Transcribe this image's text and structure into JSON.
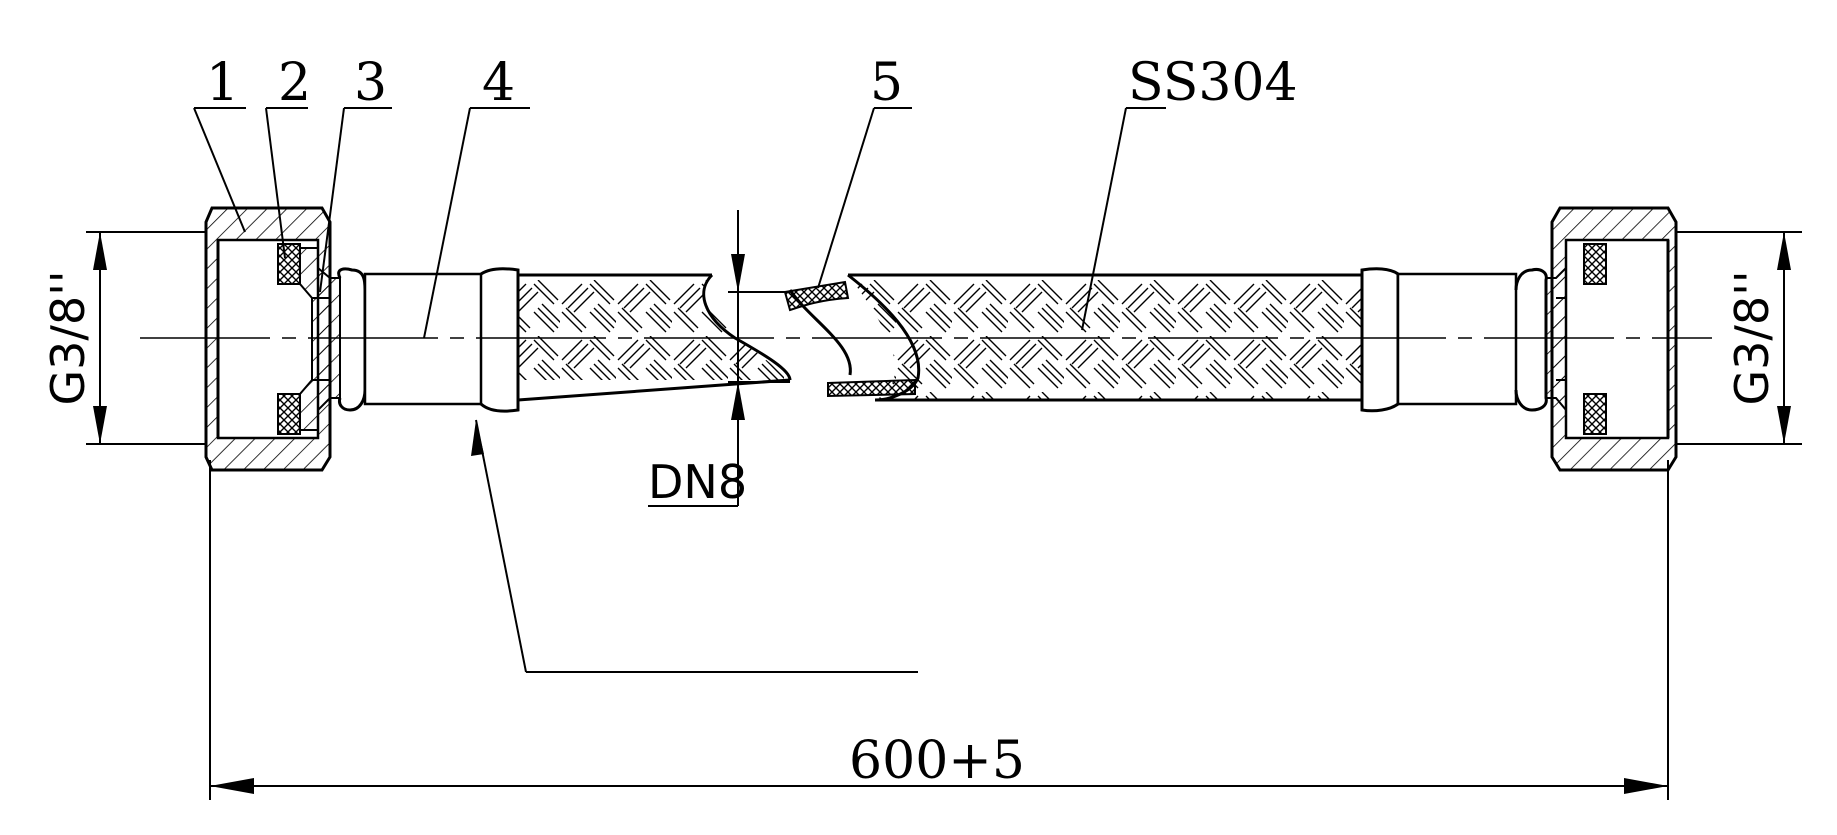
{
  "labels": {
    "part1": "1",
    "part2": "2",
    "part3": "3",
    "part4": "4",
    "part5": "5",
    "material": "SS304",
    "thread_left": "G3/8''",
    "thread_right": "G3/8''",
    "diameter": "DN8",
    "length": "600+5"
  },
  "colors": {
    "line": "#000000",
    "background": "#ffffff"
  }
}
